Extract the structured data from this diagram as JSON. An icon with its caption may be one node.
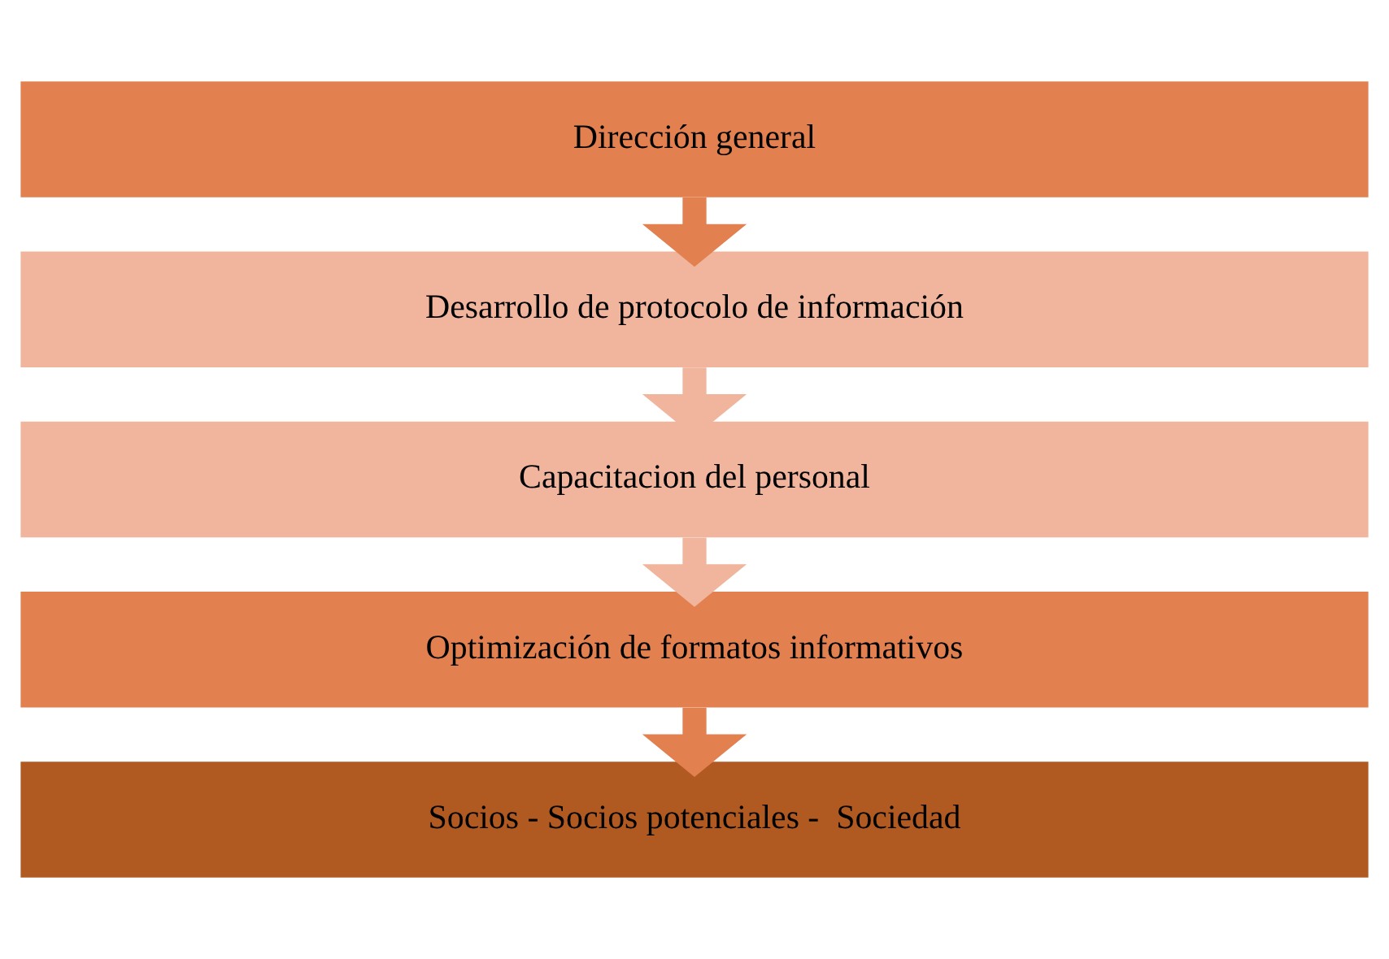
{
  "diagram": {
    "nodes": [
      {
        "text": [
          "Dirección general"
        ]
      },
      {
        "text": [
          "Desarrollo de protocolo de información"
        ]
      },
      {
        "text": [
          "Capacitacion del personal"
        ]
      },
      {
        "text": [
          "Optimización de formatos informativos"
        ]
      },
      {
        "text": [
          "Socios - Socios potenciales -  Sociedad"
        ]
      }
    ],
    "edges": [
      {
        "from": 0,
        "to": 1,
        "arrow": "to"
      },
      {
        "from": 1,
        "to": 2,
        "arrow": "to",
        "color": "#f0b59c"
      },
      {
        "from": 2,
        "to": 3,
        "arrow": "to",
        "color": "#f0b59c"
      },
      {
        "from": 3,
        "to": 4,
        "arrow": "to"
      }
    ]
  }
}
